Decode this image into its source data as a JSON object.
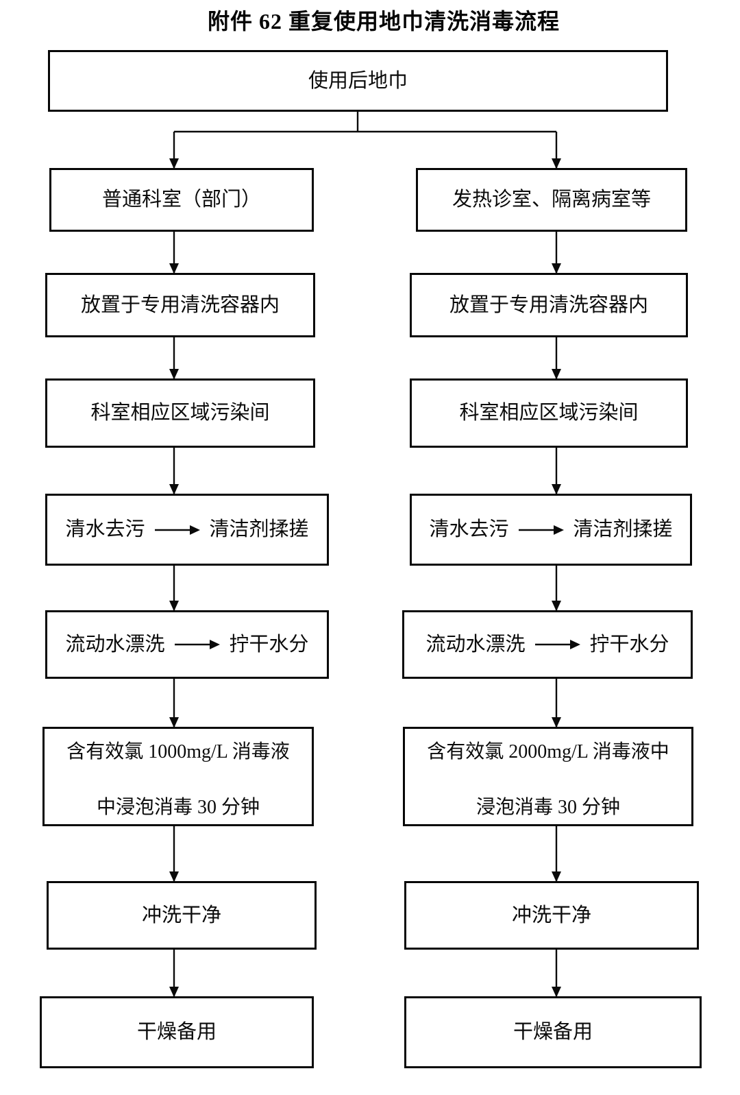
{
  "title": "附件 62 重复使用地巾清洗消毒流程",
  "colors": {
    "background": "#ffffff",
    "line": "#0a0a0a",
    "box_border": "#070707",
    "text": "#0b0b0b"
  },
  "icons": {
    "down_arrow": "solid black downward triangle arrowhead",
    "right_arrow": "solid black rightward triangle arrowhead"
  },
  "flow": {
    "start": "使用后地巾",
    "left_branch": {
      "source": "普通科室（部门）",
      "steps": [
        {
          "label": "放置于专用清洗容器内"
        },
        {
          "label": "科室相应区域污染间"
        },
        {
          "from": "清水去污",
          "to": "清洁剂揉搓"
        },
        {
          "from": "流动水漂洗",
          "to": "拧干水分"
        },
        {
          "line1": "含有效氯 1000mg/L 消毒液",
          "line2": "中浸泡消毒 30 分钟"
        },
        {
          "label": "冲洗干净"
        },
        {
          "label": "干燥备用"
        }
      ]
    },
    "right_branch": {
      "source": "发热诊室、隔离病室等",
      "steps": [
        {
          "label": "放置于专用清洗容器内"
        },
        {
          "label": "科室相应区域污染间"
        },
        {
          "from": "清水去污",
          "to": "清洁剂揉搓"
        },
        {
          "from": "流动水漂洗",
          "to": "拧干水分"
        },
        {
          "line1": "含有效氯 2000mg/L 消毒液中",
          "line2": "浸泡消毒 30 分钟"
        },
        {
          "label": "冲洗干净"
        },
        {
          "label": "干燥备用"
        }
      ]
    }
  }
}
